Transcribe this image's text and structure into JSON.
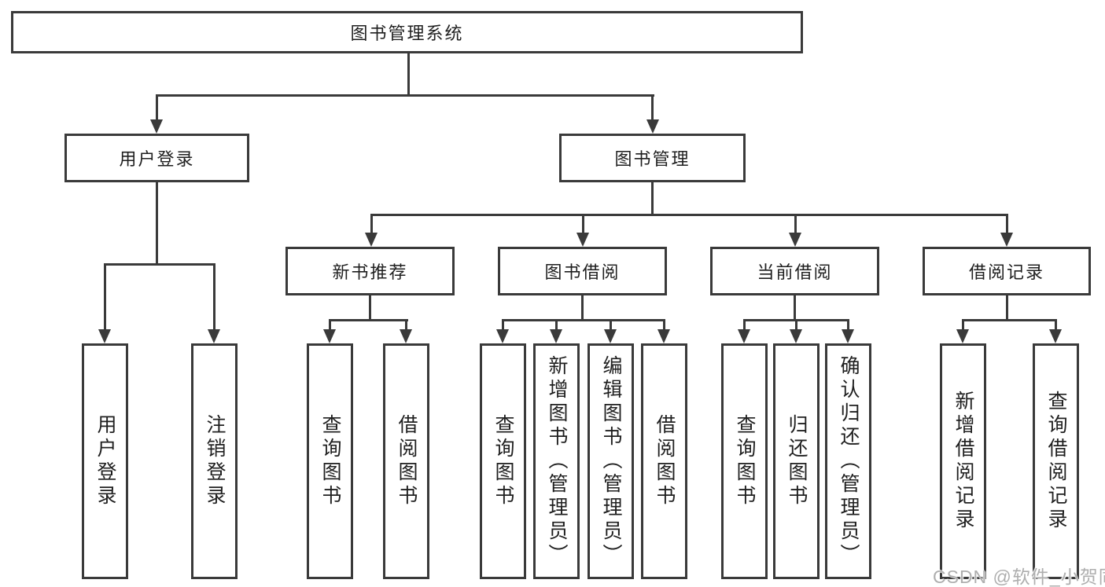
{
  "diagram": {
    "title": "图书管理系统",
    "branches": [
      {
        "label": "用户登录",
        "children": [
          "用户登录",
          "注销登录"
        ]
      },
      {
        "label": "图书管理",
        "children": [
          {
            "label": "新书推荐",
            "children": [
              "查询图书",
              "借阅图书"
            ]
          },
          {
            "label": "图书借阅",
            "children": [
              "查询图书",
              "新增图书（管理员）",
              "编辑图书（管理员）",
              "借阅图书"
            ]
          },
          {
            "label": "当前借阅",
            "children": [
              "查询图书",
              "归还图书",
              "确认归还（管理员）"
            ]
          },
          {
            "label": "借阅记录",
            "children": [
              "新增借阅记录",
              "查询借阅记录"
            ]
          }
        ]
      }
    ],
    "colors": {
      "line": "#3a3a3a",
      "text": "#1f1f1f",
      "background": "#ffffff",
      "watermark": "#aeaeae"
    }
  },
  "watermark": {
    "text": "CSDN @软件_小贺同学"
  }
}
